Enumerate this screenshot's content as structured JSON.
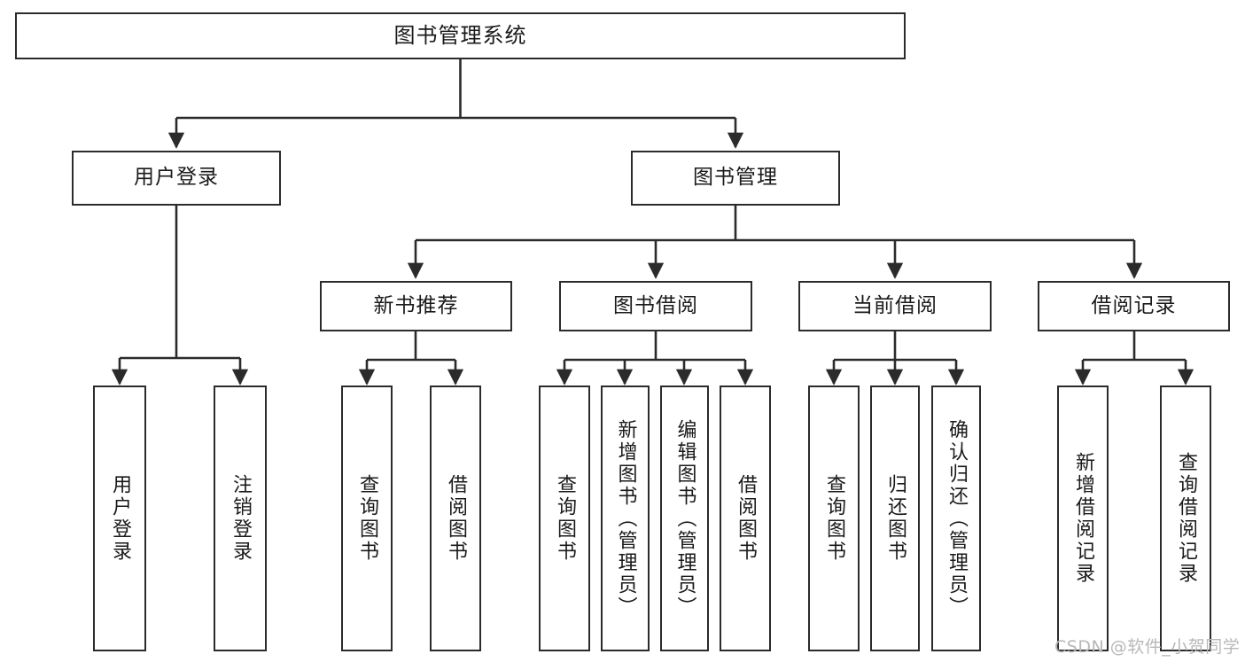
{
  "diagram": {
    "title": "图书管理系统",
    "type": "hierarchy-tree",
    "watermark": "CSDN @软件_小贺同学",
    "colors": {
      "stroke": "#2b2b2b",
      "fill": "#ffffff",
      "text": "#1a1a1a",
      "watermark": "#b8b8b8"
    },
    "levels": {
      "root": {
        "label": "图书管理系统"
      },
      "level2": [
        {
          "id": "user-login",
          "label": "用户登录"
        },
        {
          "id": "book-manage",
          "label": "图书管理"
        }
      ],
      "level3": [
        {
          "id": "new-book-recommend",
          "label": "新书推荐"
        },
        {
          "id": "book-borrow",
          "label": "图书借阅"
        },
        {
          "id": "current-borrow",
          "label": "当前借阅"
        },
        {
          "id": "borrow-record",
          "label": "借阅记录"
        }
      ],
      "leaves": [
        {
          "id": "leaf-user-login",
          "label": "用户登录",
          "parent": "user-login"
        },
        {
          "id": "leaf-logout-login",
          "label": "注销登录",
          "parent": "user-login"
        },
        {
          "id": "leaf-query-book-1",
          "label": "查询图书",
          "parent": "new-book-recommend"
        },
        {
          "id": "leaf-borrow-book-1",
          "label": "借阅图书",
          "parent": "new-book-recommend"
        },
        {
          "id": "leaf-query-book-2",
          "label": "查询图书",
          "parent": "book-borrow"
        },
        {
          "id": "leaf-add-book",
          "label": "新增图书（管理员）",
          "parent": "book-borrow"
        },
        {
          "id": "leaf-edit-book",
          "label": "编辑图书（管理员）",
          "parent": "book-borrow"
        },
        {
          "id": "leaf-borrow-book-2",
          "label": "借阅图书",
          "parent": "book-borrow"
        },
        {
          "id": "leaf-query-book-3",
          "label": "查询图书",
          "parent": "current-borrow"
        },
        {
          "id": "leaf-return-book",
          "label": "归还图书",
          "parent": "current-borrow"
        },
        {
          "id": "leaf-confirm-return",
          "label": "确认归还（管理员）",
          "parent": "current-borrow"
        },
        {
          "id": "leaf-add-record",
          "label": "新增借阅记录",
          "parent": "borrow-record"
        },
        {
          "id": "leaf-query-record",
          "label": "查询借阅记录",
          "parent": "borrow-record"
        }
      ]
    }
  }
}
